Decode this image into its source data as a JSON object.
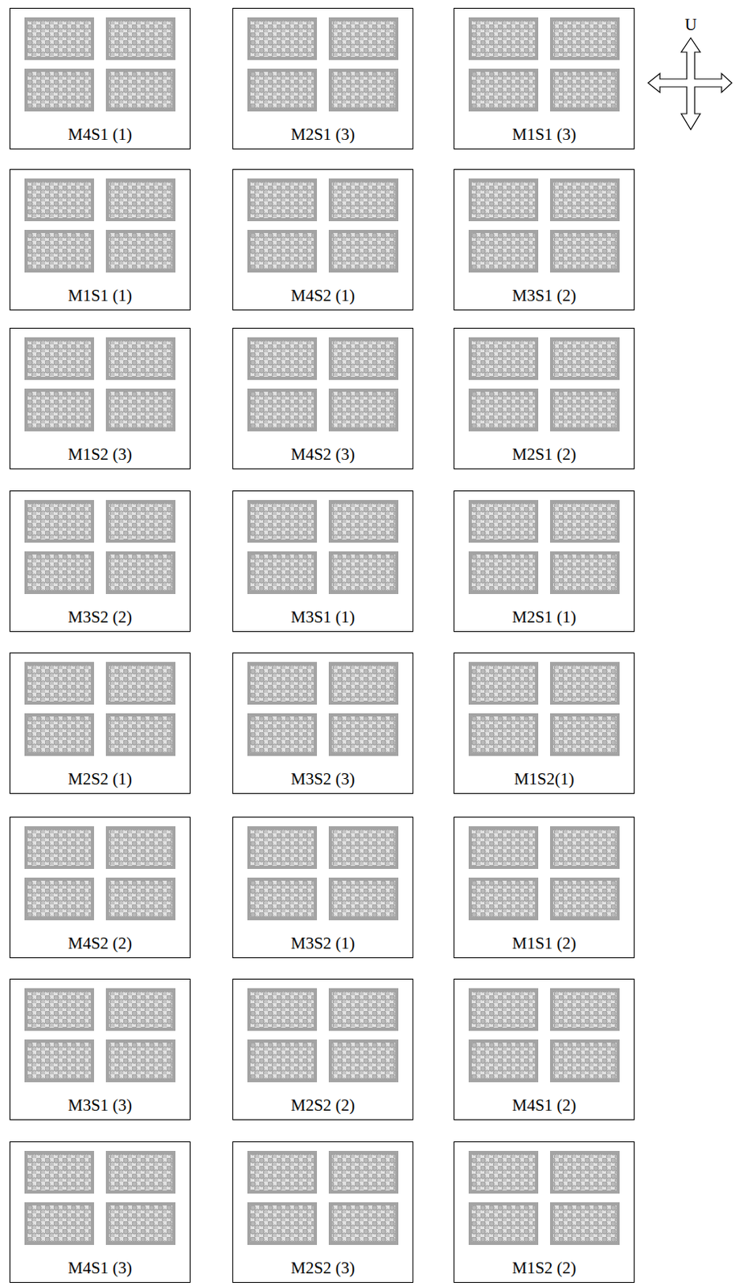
{
  "diagram": {
    "nodes": [
      {
        "text": [
          "M4S1 (1)"
        ]
      },
      {
        "text": [
          "M2S1 (3)"
        ]
      },
      {
        "text": [
          "M1S1 (3)"
        ]
      },
      {
        "text": [
          "M1S1 (1)"
        ]
      },
      {
        "text": [
          "M4S2 (1)"
        ]
      },
      {
        "text": [
          "M3S1 (2)"
        ]
      },
      {
        "text": [
          "M1S2 (3)"
        ]
      },
      {
        "text": [
          "M4S2 (3)"
        ]
      },
      {
        "text": [
          "M2S1 (2)"
        ]
      },
      {
        "text": [
          "M3S2 (2)"
        ]
      },
      {
        "text": [
          "M3S1 (1)"
        ]
      },
      {
        "text": [
          "M2S1 (1)"
        ]
      },
      {
        "text": [
          "M2S2 (1)"
        ]
      },
      {
        "text": [
          "M3S2 (3)"
        ]
      },
      {
        "text": [
          "M1S2(1)"
        ]
      },
      {
        "text": [
          "M4S2 (2)"
        ]
      },
      {
        "text": [
          "M3S2 (1)"
        ]
      },
      {
        "text": [
          "M1S1 (2)"
        ]
      },
      {
        "text": [
          "M3S1 (3)"
        ]
      },
      {
        "text": [
          "M2S2 (2)"
        ]
      },
      {
        "text": [
          "M4S1 (2)"
        ]
      },
      {
        "text": [
          "M4S1 (3)"
        ]
      },
      {
        "text": [
          "M2S2 (3)"
        ]
      },
      {
        "text": [
          "M1S2 (2)"
        ]
      }
    ],
    "labels": [
      "U"
    ]
  }
}
